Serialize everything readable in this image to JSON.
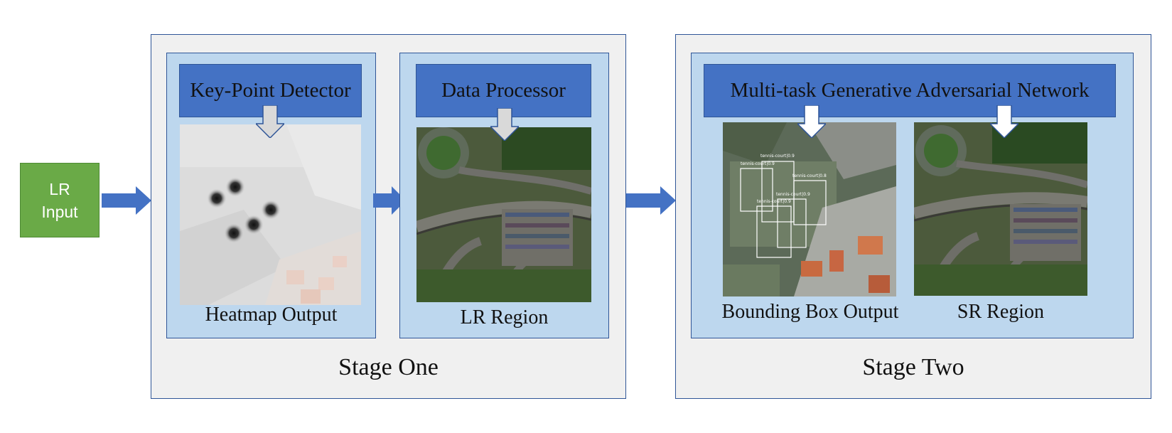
{
  "lr_input": {
    "line1": "LR",
    "line2": "Input"
  },
  "stage_one": {
    "label": "Stage One",
    "keypoint_module": "Key-Point Detector",
    "heatmap_caption": "Heatmap Output",
    "data_module": "Data Processor",
    "lr_region_caption": "LR Region"
  },
  "stage_two": {
    "label": "Stage Two",
    "gan_module": "Multi-task Generative Adversarial Network",
    "bbox_caption": "Bounding Box Output",
    "sr_caption": "SR Region",
    "bbox_labels": [
      "tennis-court|0.9",
      "tennis-court|0.9",
      "tennis-court|0.8",
      "tennis-court|0.9",
      "tennis-court|0.9"
    ]
  },
  "colors": {
    "input_green": "#6aaa47",
    "module_blue": "#4472c4",
    "panel_blue": "#bdd7ee",
    "stage_grey": "#f0f0f0",
    "border_blue": "#2f5597",
    "arrow_blue": "#4472c4",
    "down_arrow_grey": "#d9d9d9"
  }
}
